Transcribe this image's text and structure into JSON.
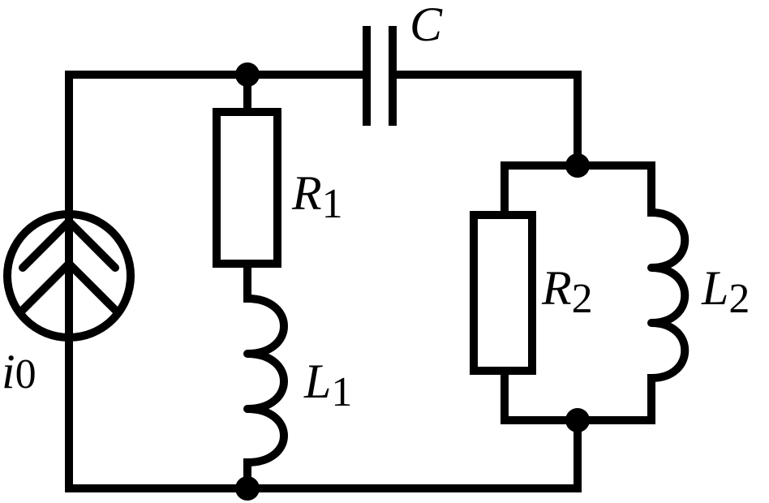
{
  "components": {
    "source": {
      "symbol": "i",
      "subscript": "0"
    },
    "capacitor": {
      "symbol": "C"
    },
    "resistor_1": {
      "symbol": "R",
      "subscript": "1"
    },
    "inductor_1": {
      "symbol": "L",
      "subscript": "1"
    },
    "resistor_2": {
      "symbol": "R",
      "subscript": "2"
    },
    "inductor_2": {
      "symbol": "L",
      "subscript": "2"
    }
  },
  "colors": {
    "stroke": "#000000",
    "background": "#ffffff"
  }
}
